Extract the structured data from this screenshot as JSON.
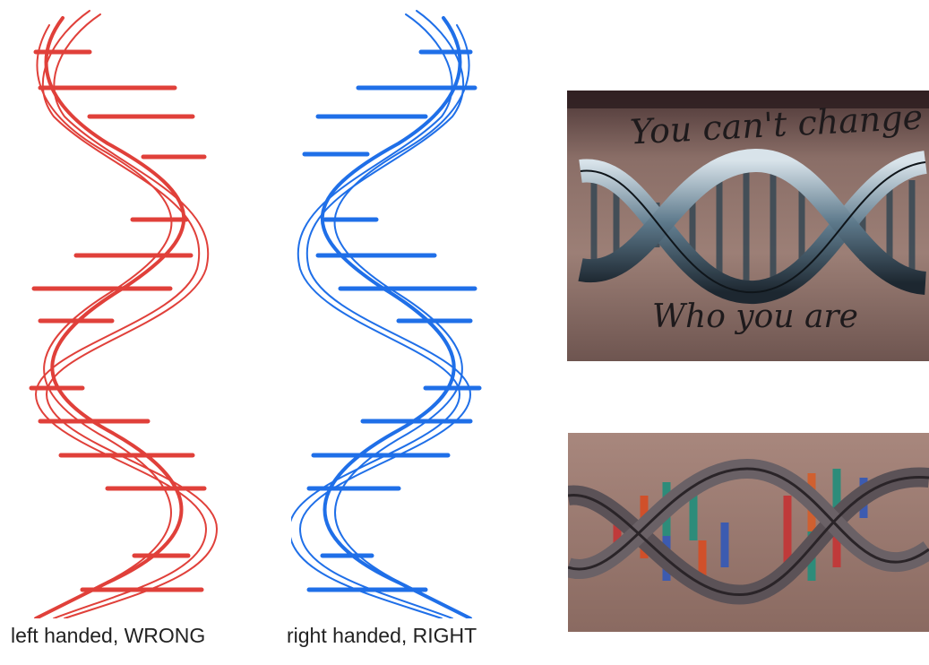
{
  "captions": {
    "left": "left handed, WRONG",
    "right": "right handed, RIGHT"
  },
  "photos": {
    "top": {
      "line1": "You can't change",
      "line2": "Who you are"
    }
  },
  "colors": {
    "left_helix": "#e0403a",
    "right_helix": "#1f6fe8"
  }
}
